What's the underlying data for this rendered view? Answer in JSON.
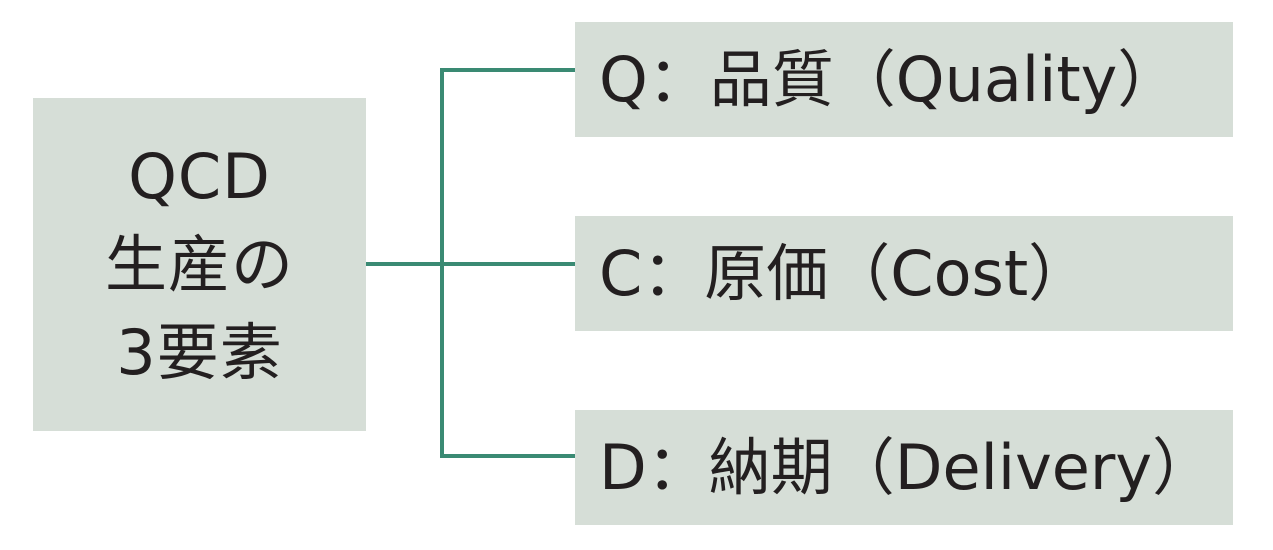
{
  "root": {
    "lines": [
      "QCD",
      "生産の",
      "3要素"
    ]
  },
  "items": [
    {
      "label": "Q：品質（Quality）"
    },
    {
      "label": "C：原価（Cost）"
    },
    {
      "label": "D：納期（Delivery）"
    }
  ],
  "colors": {
    "box_fill": "#d6ded7",
    "connector": "#3a8a73",
    "text": "#231f20"
  }
}
